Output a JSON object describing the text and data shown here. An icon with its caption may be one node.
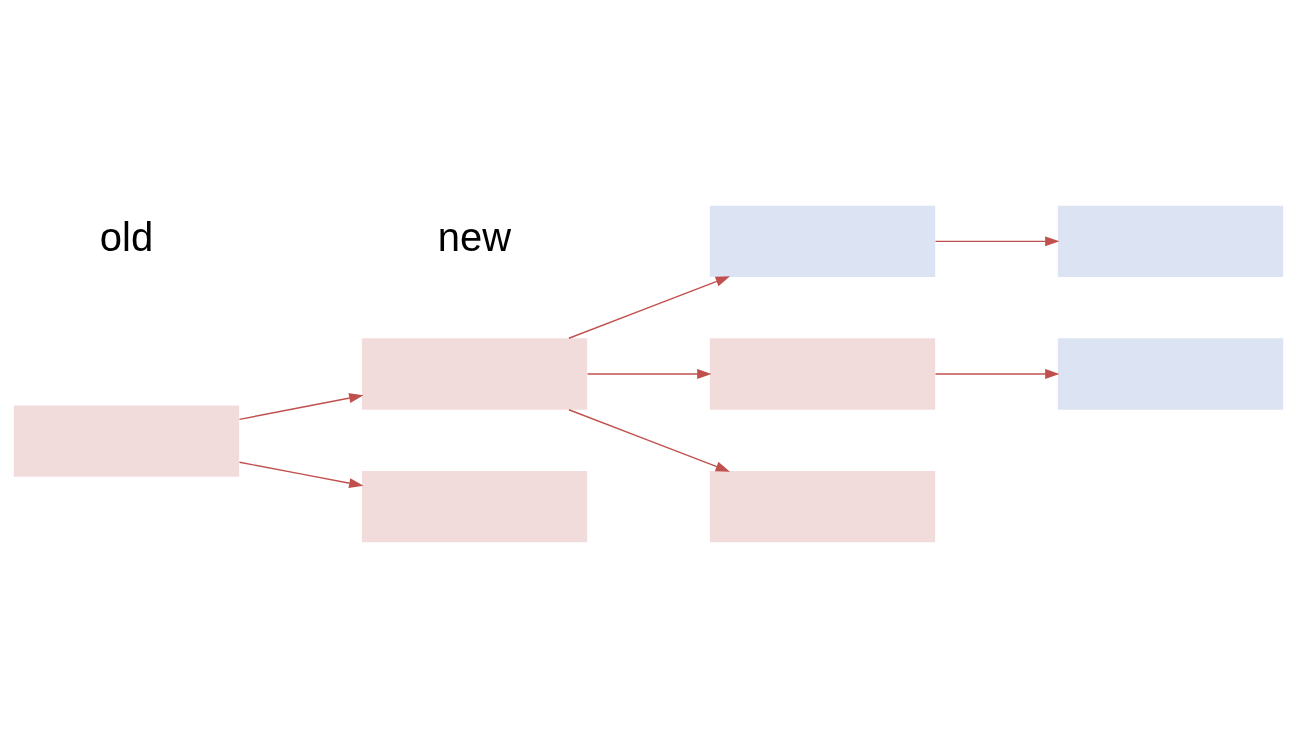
{
  "diagram": {
    "nodes": [
      {
        "text": [],
        "shape": "box"
      },
      {
        "text": [],
        "shape": "box"
      },
      {
        "text": [],
        "shape": "box"
      },
      {
        "text": [],
        "shape": "box"
      },
      {
        "text": [],
        "shape": "box"
      },
      {
        "text": [],
        "shape": "box"
      },
      {
        "text": [],
        "shape": "box"
      },
      {
        "text": [],
        "shape": "box"
      }
    ],
    "edges": [
      {
        "from": 1,
        "to": 3,
        "arrow": "to"
      },
      {
        "from": 1,
        "to": 5,
        "arrow": "to"
      },
      {
        "from": 3,
        "to": 0,
        "arrow": "to"
      },
      {
        "from": 0,
        "to": 2,
        "arrow": "to"
      },
      {
        "from": 3,
        "to": 7,
        "arrow": "to"
      },
      {
        "from": 3,
        "to": 6,
        "arrow": "to"
      },
      {
        "from": 6,
        "to": 4,
        "arrow": "to"
      }
    ],
    "labels": [
      "old",
      "new"
    ]
  }
}
